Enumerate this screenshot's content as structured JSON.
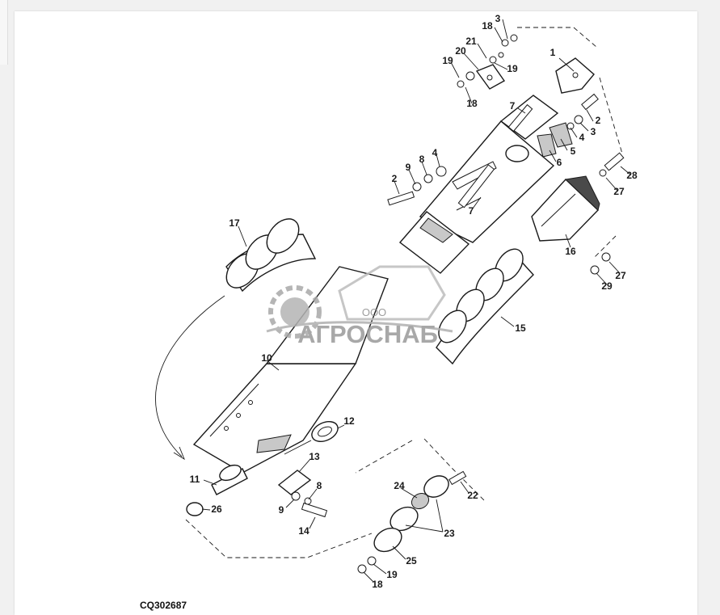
{
  "diagram": {
    "drawing_id": "CQ302687",
    "watermark": {
      "line1": "ООО",
      "line2": "АГРОСНАБ"
    },
    "callouts": [
      {
        "id": "c1",
        "label": "1"
      },
      {
        "id": "c2a",
        "label": "2"
      },
      {
        "id": "c2b",
        "label": "2"
      },
      {
        "id": "c3a",
        "label": "3"
      },
      {
        "id": "c3b",
        "label": "3"
      },
      {
        "id": "c4a",
        "label": "4"
      },
      {
        "id": "c4b",
        "label": "4"
      },
      {
        "id": "c5",
        "label": "5"
      },
      {
        "id": "c6",
        "label": "6"
      },
      {
        "id": "c7a",
        "label": "7"
      },
      {
        "id": "c7b",
        "label": "7"
      },
      {
        "id": "c8a",
        "label": "8"
      },
      {
        "id": "c8b",
        "label": "8"
      },
      {
        "id": "c9a",
        "label": "9"
      },
      {
        "id": "c9b",
        "label": "9"
      },
      {
        "id": "c10",
        "label": "10"
      },
      {
        "id": "c11",
        "label": "11"
      },
      {
        "id": "c12",
        "label": "12"
      },
      {
        "id": "c13",
        "label": "13"
      },
      {
        "id": "c14",
        "label": "14"
      },
      {
        "id": "c15",
        "label": "15"
      },
      {
        "id": "c16",
        "label": "16"
      },
      {
        "id": "c17",
        "label": "17"
      },
      {
        "id": "c18a",
        "label": "18"
      },
      {
        "id": "c18b",
        "label": "18"
      },
      {
        "id": "c18c",
        "label": "18"
      },
      {
        "id": "c19a",
        "label": "19"
      },
      {
        "id": "c19b",
        "label": "19"
      },
      {
        "id": "c19c",
        "label": "19"
      },
      {
        "id": "c20",
        "label": "20"
      },
      {
        "id": "c21",
        "label": "21"
      },
      {
        "id": "c22",
        "label": "22"
      },
      {
        "id": "c23",
        "label": "23"
      },
      {
        "id": "c24",
        "label": "24"
      },
      {
        "id": "c25",
        "label": "25"
      },
      {
        "id": "c26",
        "label": "26"
      },
      {
        "id": "c27a",
        "label": "27"
      },
      {
        "id": "c27b",
        "label": "27"
      },
      {
        "id": "c28",
        "label": "28"
      },
      {
        "id": "c29",
        "label": "29"
      }
    ]
  }
}
